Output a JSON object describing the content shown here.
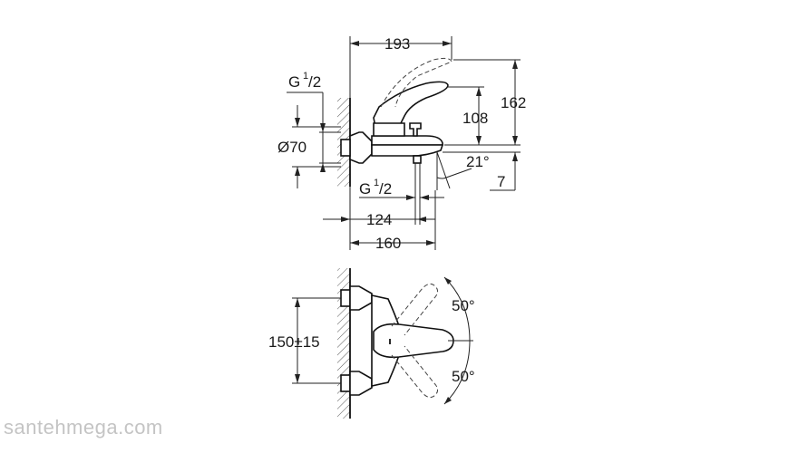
{
  "side_view": {
    "dim_top": "193",
    "dim_right": "162",
    "dim_mid": "108",
    "dim_small": "7",
    "angle": "21°",
    "thread_top": "G",
    "thread_top_fraction_num": "1",
    "thread_top_fraction_den": "/2",
    "thread_bottom": "G",
    "thread_bottom_fraction_num": "1",
    "thread_bottom_fraction_den": "/2",
    "diameter": "Ø70",
    "dim_124": "124",
    "dim_160": "160"
  },
  "front_view": {
    "spacing": "150±15",
    "angle_top": "50°",
    "angle_bottom": "50°"
  },
  "watermark": "santehmega.com"
}
